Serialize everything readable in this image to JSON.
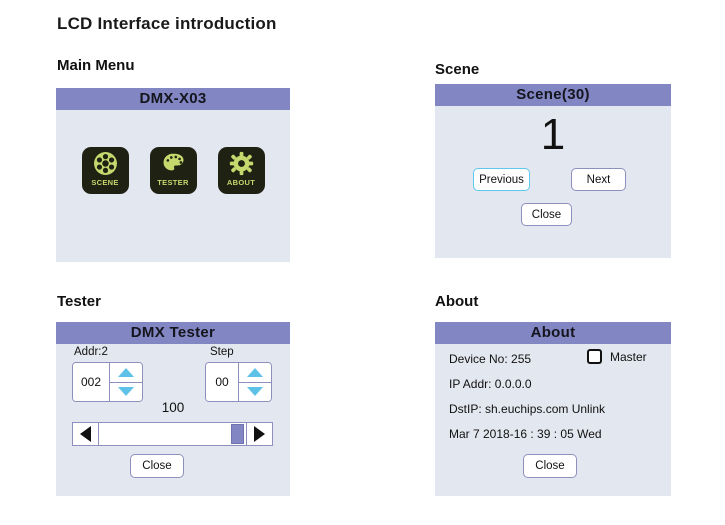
{
  "page": {
    "title": "LCD Interface introduction"
  },
  "theme": {
    "header_purple": "#8287c4",
    "panel_body": "#e3e7ef",
    "tile_background": "#1f2213",
    "tile_green": "#c5d86d",
    "arrow_blue": "#5ec2e8",
    "focus_border": "#5ec8ef",
    "button_border": "#8f8fbe"
  },
  "sections": {
    "main_menu": {
      "caption": "Main Menu",
      "header": "DMX-X03",
      "tiles": [
        {
          "label": "SCENE",
          "icon": "film-reel-icon"
        },
        {
          "label": "TESTER",
          "icon": "palette-icon"
        },
        {
          "label": "ABOUT",
          "icon": "gear-icon"
        }
      ]
    },
    "scene": {
      "caption": "Scene",
      "header": "Scene(30)",
      "current_scene": "1",
      "buttons": {
        "previous": "Previous",
        "next": "Next",
        "close": "Close"
      }
    },
    "tester": {
      "caption": "Tester",
      "header": "DMX Tester",
      "addr_label": "Addr:2",
      "addr_value": "002",
      "step_label": "Step",
      "step_value": "00",
      "slider_value": "100",
      "close": "Close"
    },
    "about": {
      "caption": "About",
      "header": "About",
      "device_no": "Device No: 255",
      "ip_addr": "IP Addr: 0.0.0.0",
      "dst_ip": "DstIP: sh.euchips.com Unlink",
      "datetime": "Mar  7 2018-16 : 39 : 05 Wed",
      "master_label": "Master",
      "close": "Close"
    }
  }
}
